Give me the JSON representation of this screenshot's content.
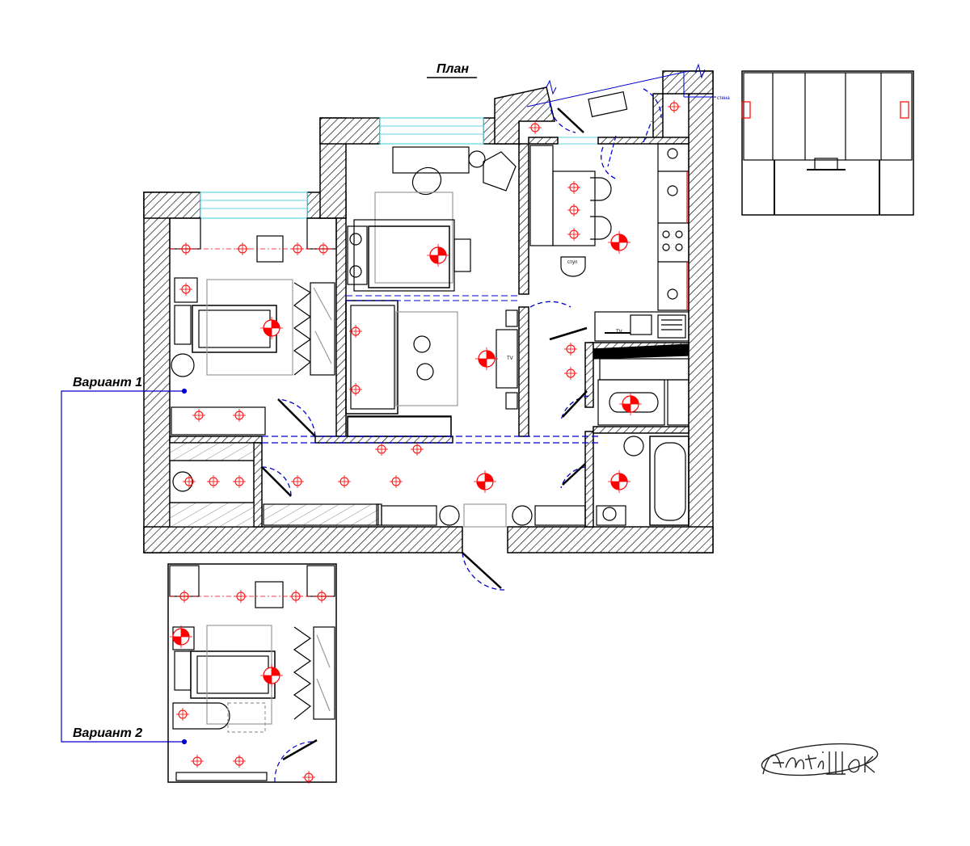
{
  "title": "План",
  "variant1": "Вариант 1",
  "variant2": "Вариант 2",
  "labels": {
    "tv": "TV",
    "chair": "стул",
    "wall": "стена"
  },
  "signature": "АртиШок",
  "colors": {
    "wall_outline": "#000000",
    "hatch": "#000000",
    "window": "#5fd6e6",
    "light": "#ff0000",
    "door_arc": "#0000cc",
    "leader": "#0000cc",
    "furniture_gray": "#999999"
  }
}
